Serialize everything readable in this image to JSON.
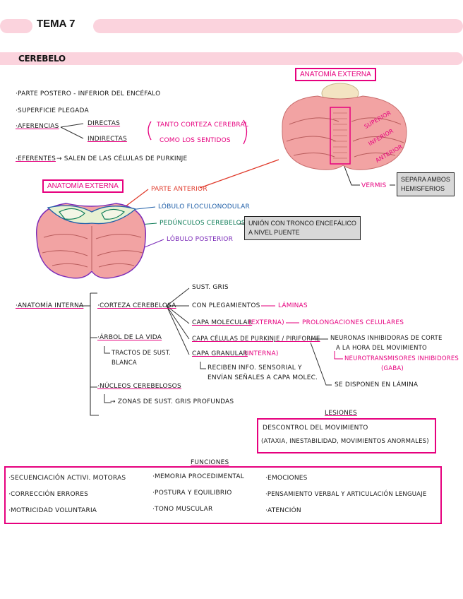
{
  "header": {
    "title": "TEMA 7",
    "section": "CEREBELO"
  },
  "intro": {
    "line1": "·PARTE POSTERO - INFERIOR DEL ENCÉFALO",
    "line2": "·SUPERFICIE PLEGADA",
    "aferencias": "·AFERENCIAS",
    "directas": "DIRECTAS",
    "indirectas": "INDIRECTAS",
    "tanto1": "TANTO CORTEZA CEREBRAL",
    "tanto2": "COMO LOS SENTIDOS",
    "eferentes": "·EFERENTES",
    "eferentes_text": "→ SALEN DE LAS CÉLULAS DE PURKINJE"
  },
  "anatomy_top": {
    "label": "ANATOMÍA EXTERNA",
    "superior": "SUPERIOR",
    "inferior": "INFERIOR",
    "anterior": "ANTERIOR",
    "vermis": "VERMIS",
    "vermis_note1": "SEPARA AMBOS",
    "vermis_note2": "HEMISFERIOS"
  },
  "anatomy_mid": {
    "label": "ANATOMÍA EXTERNA",
    "parte_anterior": "PARTE ANTERIOR",
    "lobulo_floculo": "LÓBULO FLOCULONODULAR",
    "pedunculos": "PEDÚNCULOS CEREBELOSOS",
    "lobulo_posterior": "LÓBULO POSTERIOR",
    "union1": "UNIÓN CON TRONCO ENCEFÁLICO",
    "union2": "A NIVEL PUENTE"
  },
  "internal": {
    "label": "·ANATOMÍA INTERNA",
    "corteza": "·CORTEZA CEREBELOSA",
    "sust_gris": "SUST. GRIS",
    "con_pleg": "CON PLEGAMIENTOS",
    "laminas": "LÁMINAS",
    "capa_mol": "CAPA MOLECULAR",
    "externa": "(EXTERNA)",
    "prolong": "PROLONGACIONES CELULARES",
    "capa_purk": "CAPA CÉLULAS DE PURKINJE / PIRIFORME",
    "neuronas1": "NEURONAS INHIBIDORAS DE CORTE",
    "neuronas2": "A LA HORA DEL MOVIMIENTO",
    "neuro1": "NEUROTRANSMISORES INHIBIDORES",
    "neuro2": "(GABA)",
    "capa_gran": "CAPA GRANULAR",
    "interna": "(INTERNA)",
    "reciben1": "RECIBEN INFO. SENSORIAL Y",
    "reciben2": "ENVÍAN SEÑALES A CAPA MOLEC.",
    "disponen": "SE DISPONEN EN LÁMINA",
    "arbol": "·ÁRBOL DE LA VIDA",
    "tractos1": "TRACTOS DE SUST.",
    "tractos2": "BLANCA",
    "nucleos": "·NÚCLEOS CEREBELOSOS",
    "zonas": "→ ZONAS DE SUST. GRIS PROFUNDAS"
  },
  "lesiones": {
    "title": "LESIONES",
    "line1": "DESCONTROL DEL MOVIMIENTO",
    "line2": "(ATAXIA, INESTABILIDAD, MOVIMIENTOS ANORMALES)"
  },
  "funciones": {
    "title": "FUNCIONES",
    "col1": [
      "·SECUENCIACIÓN ACTIVI. MOTORAS",
      "·CORRECCIÓN ERRORES",
      "·MOTRICIDAD VOLUNTARIA"
    ],
    "col2": [
      "·MEMORIA PROCEDIMENTAL",
      "·POSTURA Y EQUILIBRIO",
      "·TONO MUSCULAR"
    ],
    "col3": [
      "·EMOCIONES",
      "·PENSAMIENTO VERBAL Y ARTICULACIÓN LENGUAJE",
      "·ATENCIÓN"
    ]
  },
  "colors": {
    "pink": "#e6007e",
    "highlight": "#fbd3dd",
    "cerebellum": "#f2a3a3"
  }
}
